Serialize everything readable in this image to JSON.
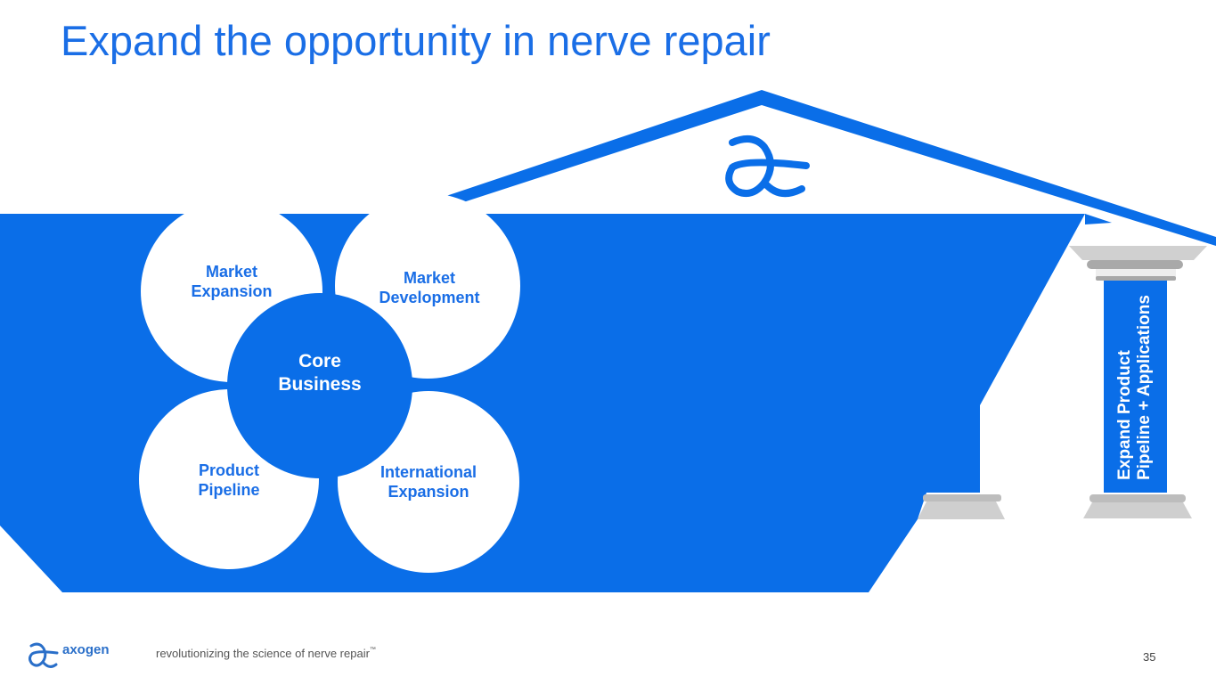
{
  "title": "Expand the opportunity in nerve repair",
  "circles": {
    "market_expansion": [
      "Market",
      "Expansion"
    ],
    "market_development": [
      "Market",
      "Development"
    ],
    "product_pipeline": [
      "Product",
      "Pipeline"
    ],
    "international_expansion": [
      "International",
      "Expansion"
    ],
    "core": [
      "Core",
      "Business"
    ]
  },
  "pillar": [
    "Expand Product",
    "Pipeline + Applications"
  ],
  "footer": {
    "brand": "axogen",
    "tagline": "revolutionizing the science of nerve repair",
    "tm": "™",
    "page_number": "35"
  },
  "colors": {
    "brand_blue": "#0a6ee8",
    "pillar_gray": "#c8c8c8"
  }
}
